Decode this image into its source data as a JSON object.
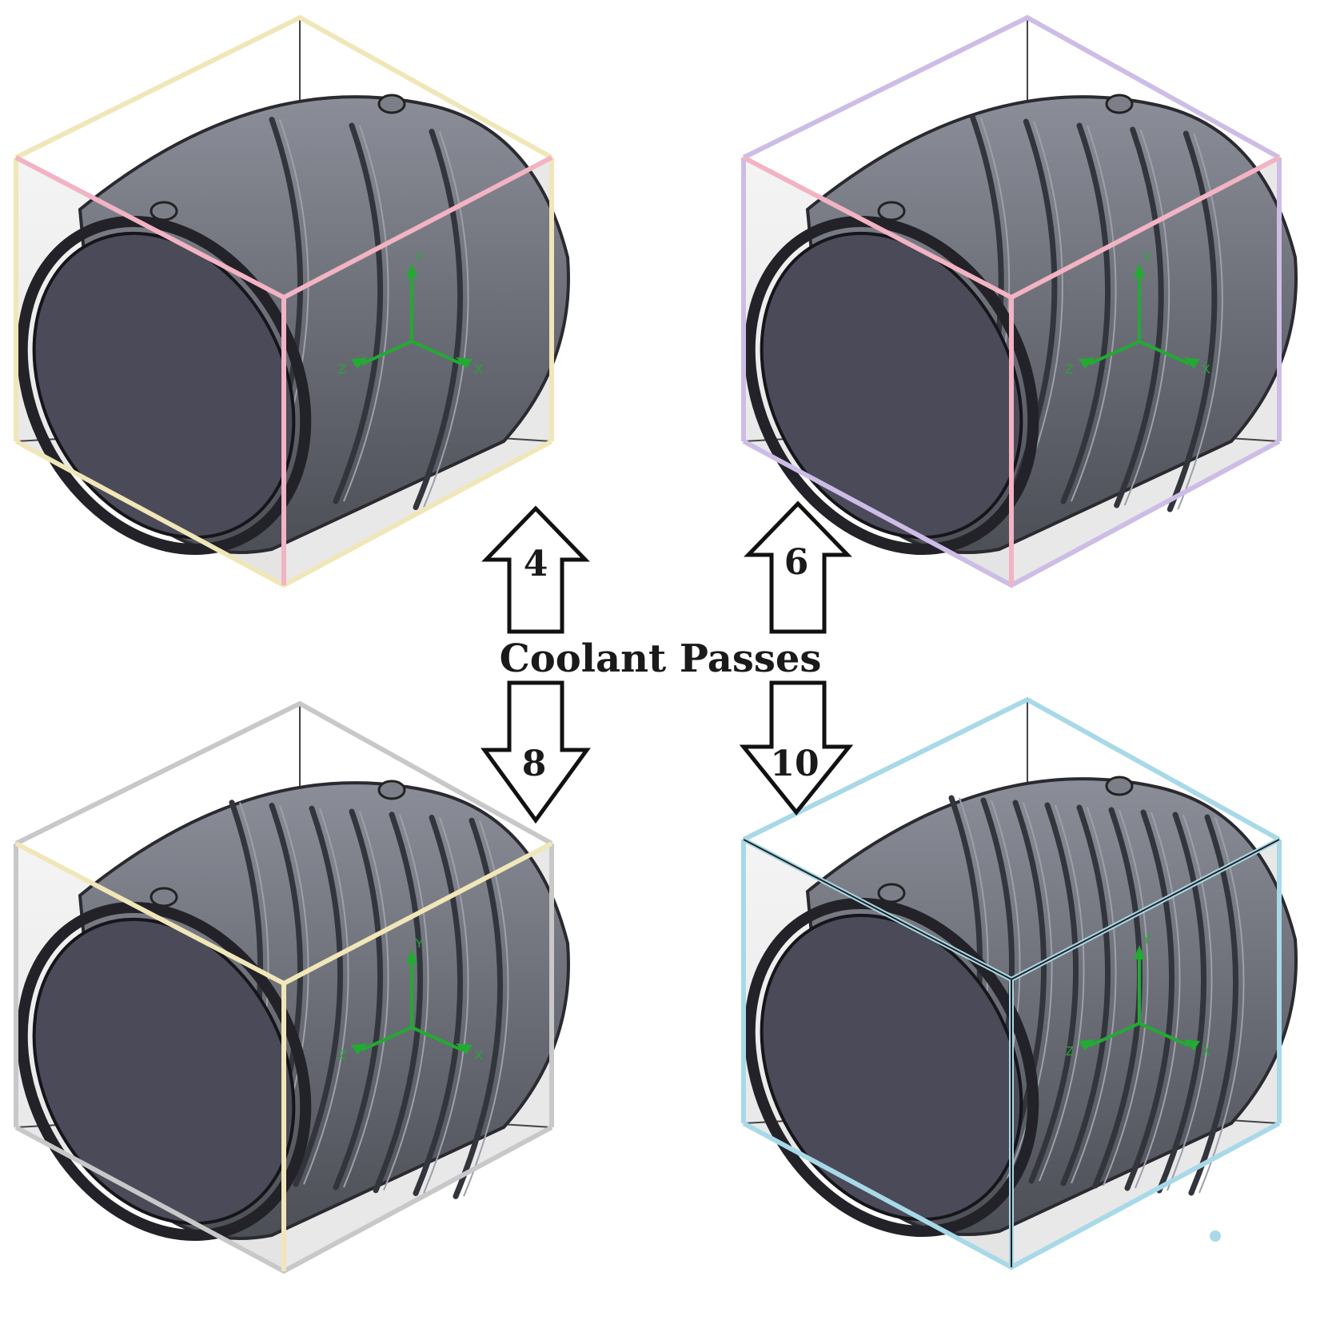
{
  "center_label": "Coolant Passes",
  "colors": {
    "stroke_4_top": "#f1e6b8",
    "stroke_4_front": "#f2b3c3",
    "stroke_6_top": "#cdbde6",
    "stroke_6_front": "#f2b3c3",
    "stroke_8_top": "#c8c8c8",
    "stroke_8_front": "#f1e6b8",
    "stroke_10": "#a8d9e8",
    "cylinder_face": "#4a4a58",
    "cylinder_body": "#6c6e78",
    "axis": "#22aa33"
  },
  "models": [
    {
      "id": "p4",
      "passes": "4",
      "ribs": 3
    },
    {
      "id": "p6",
      "passes": "6",
      "ribs": 5
    },
    {
      "id": "p8",
      "passes": "8",
      "ribs": 7
    },
    {
      "id": "p10",
      "passes": "10",
      "ribs": 9
    }
  ],
  "axis_labels": {
    "x": "X",
    "y": "Y",
    "z": "Z"
  }
}
